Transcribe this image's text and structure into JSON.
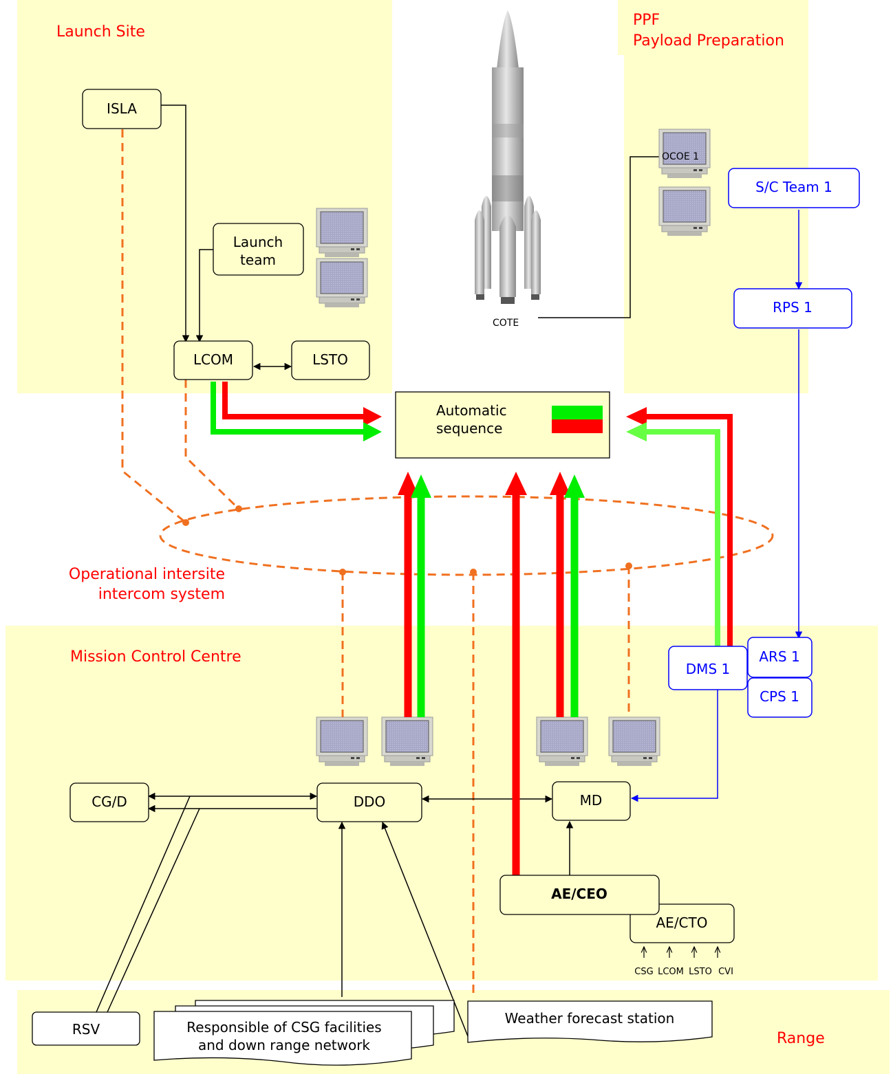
{
  "zones": {
    "launch_site": "Launch Site",
    "ppf_line1": "PPF",
    "ppf_line2": "Payload Preparation",
    "intercom_line1": "Operational intersite",
    "intercom_line2": "intercom system",
    "mcc": "Mission Control Centre",
    "range": "Range"
  },
  "nodes": {
    "isla": "ISLA",
    "launch_team_1": "Launch",
    "launch_team_2": "team",
    "lcom": "LCOM",
    "lsto": "LSTO",
    "ocoe1": "OCOE 1",
    "cote": "COTE",
    "sc_team": "S/C Team 1",
    "rps": "RPS 1",
    "auto_seq_1": "Automatic",
    "auto_seq_2": "sequence",
    "dms": "DMS 1",
    "ars": "ARS 1",
    "cps": "CPS 1",
    "cgd": "CG/D",
    "ddo": "DDO",
    "md": "MD",
    "ae_ceo": "AE/CEO",
    "ae_cto": "AE/CTO",
    "cto_inputs": [
      "CSG",
      "LCOM",
      "LSTO",
      "CVI"
    ],
    "rsv": "RSV",
    "csg_fac_1": "Responsible of CSG facilities",
    "csg_fac_2": "and down range network",
    "weather": "Weather forecast station"
  },
  "colors": {
    "zone_fill": "#ffffcc",
    "zone_label": "#ff0000",
    "go": "#00ee00",
    "nogo": "#ff0000",
    "intercom": "#f07020",
    "spacecraft_link": "#0000ff"
  }
}
